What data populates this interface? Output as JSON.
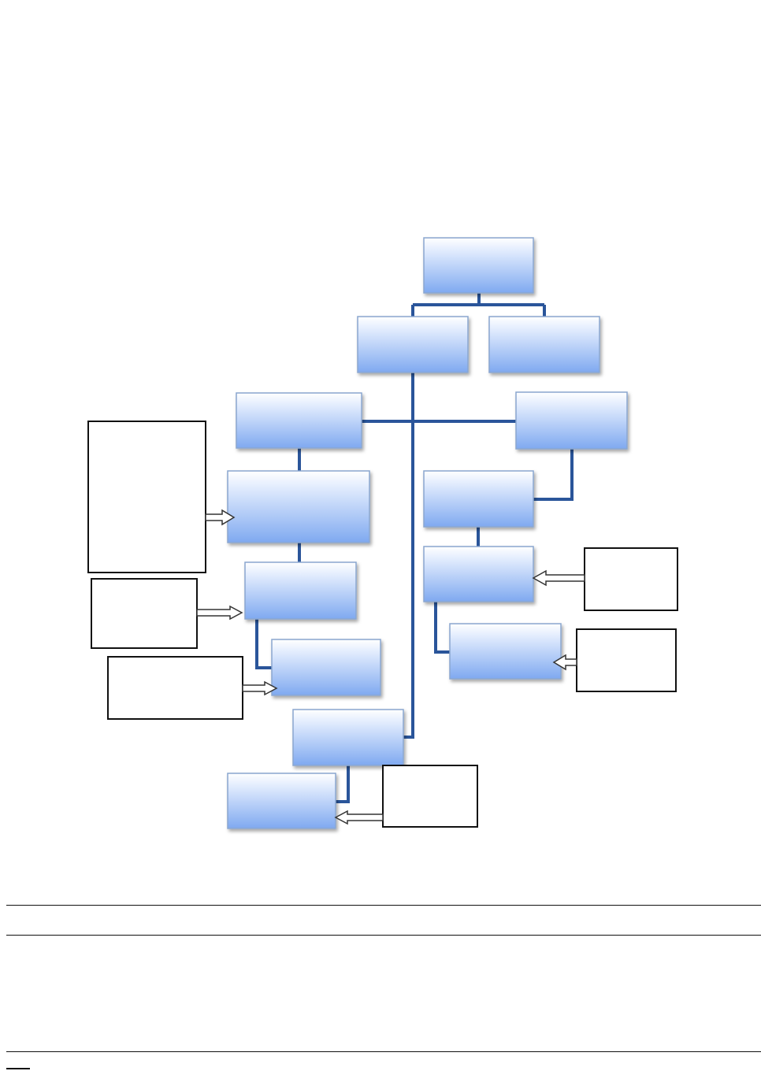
{
  "diagram": {
    "colors": {
      "node_fill_top": "#ffffff",
      "node_fill_bottom": "#7fa9f0",
      "node_border": "#8aa6cf",
      "connector": "#2a559a",
      "note_border": "#111111",
      "arrow_outline": "#333333"
    },
    "nodes": [
      {
        "id": "root",
        "label": ""
      },
      {
        "id": "level2-left",
        "label": ""
      },
      {
        "id": "level2-right",
        "label": ""
      },
      {
        "id": "branch-left",
        "label": ""
      },
      {
        "id": "branch-right",
        "label": ""
      },
      {
        "id": "left-chain-1",
        "label": ""
      },
      {
        "id": "left-chain-2",
        "label": ""
      },
      {
        "id": "left-chain-3",
        "label": ""
      },
      {
        "id": "right-chain-1",
        "label": ""
      },
      {
        "id": "right-chain-2",
        "label": ""
      },
      {
        "id": "right-chain-3",
        "label": ""
      },
      {
        "id": "spine-bottom",
        "label": ""
      },
      {
        "id": "spine-bottom-child",
        "label": ""
      }
    ],
    "notes": [
      {
        "id": "note-left-large",
        "text": ""
      },
      {
        "id": "note-left-medium",
        "text": ""
      },
      {
        "id": "note-left-wide",
        "text": ""
      },
      {
        "id": "note-right-upper",
        "text": ""
      },
      {
        "id": "note-right-lower",
        "text": ""
      },
      {
        "id": "note-bottom",
        "text": ""
      }
    ]
  }
}
